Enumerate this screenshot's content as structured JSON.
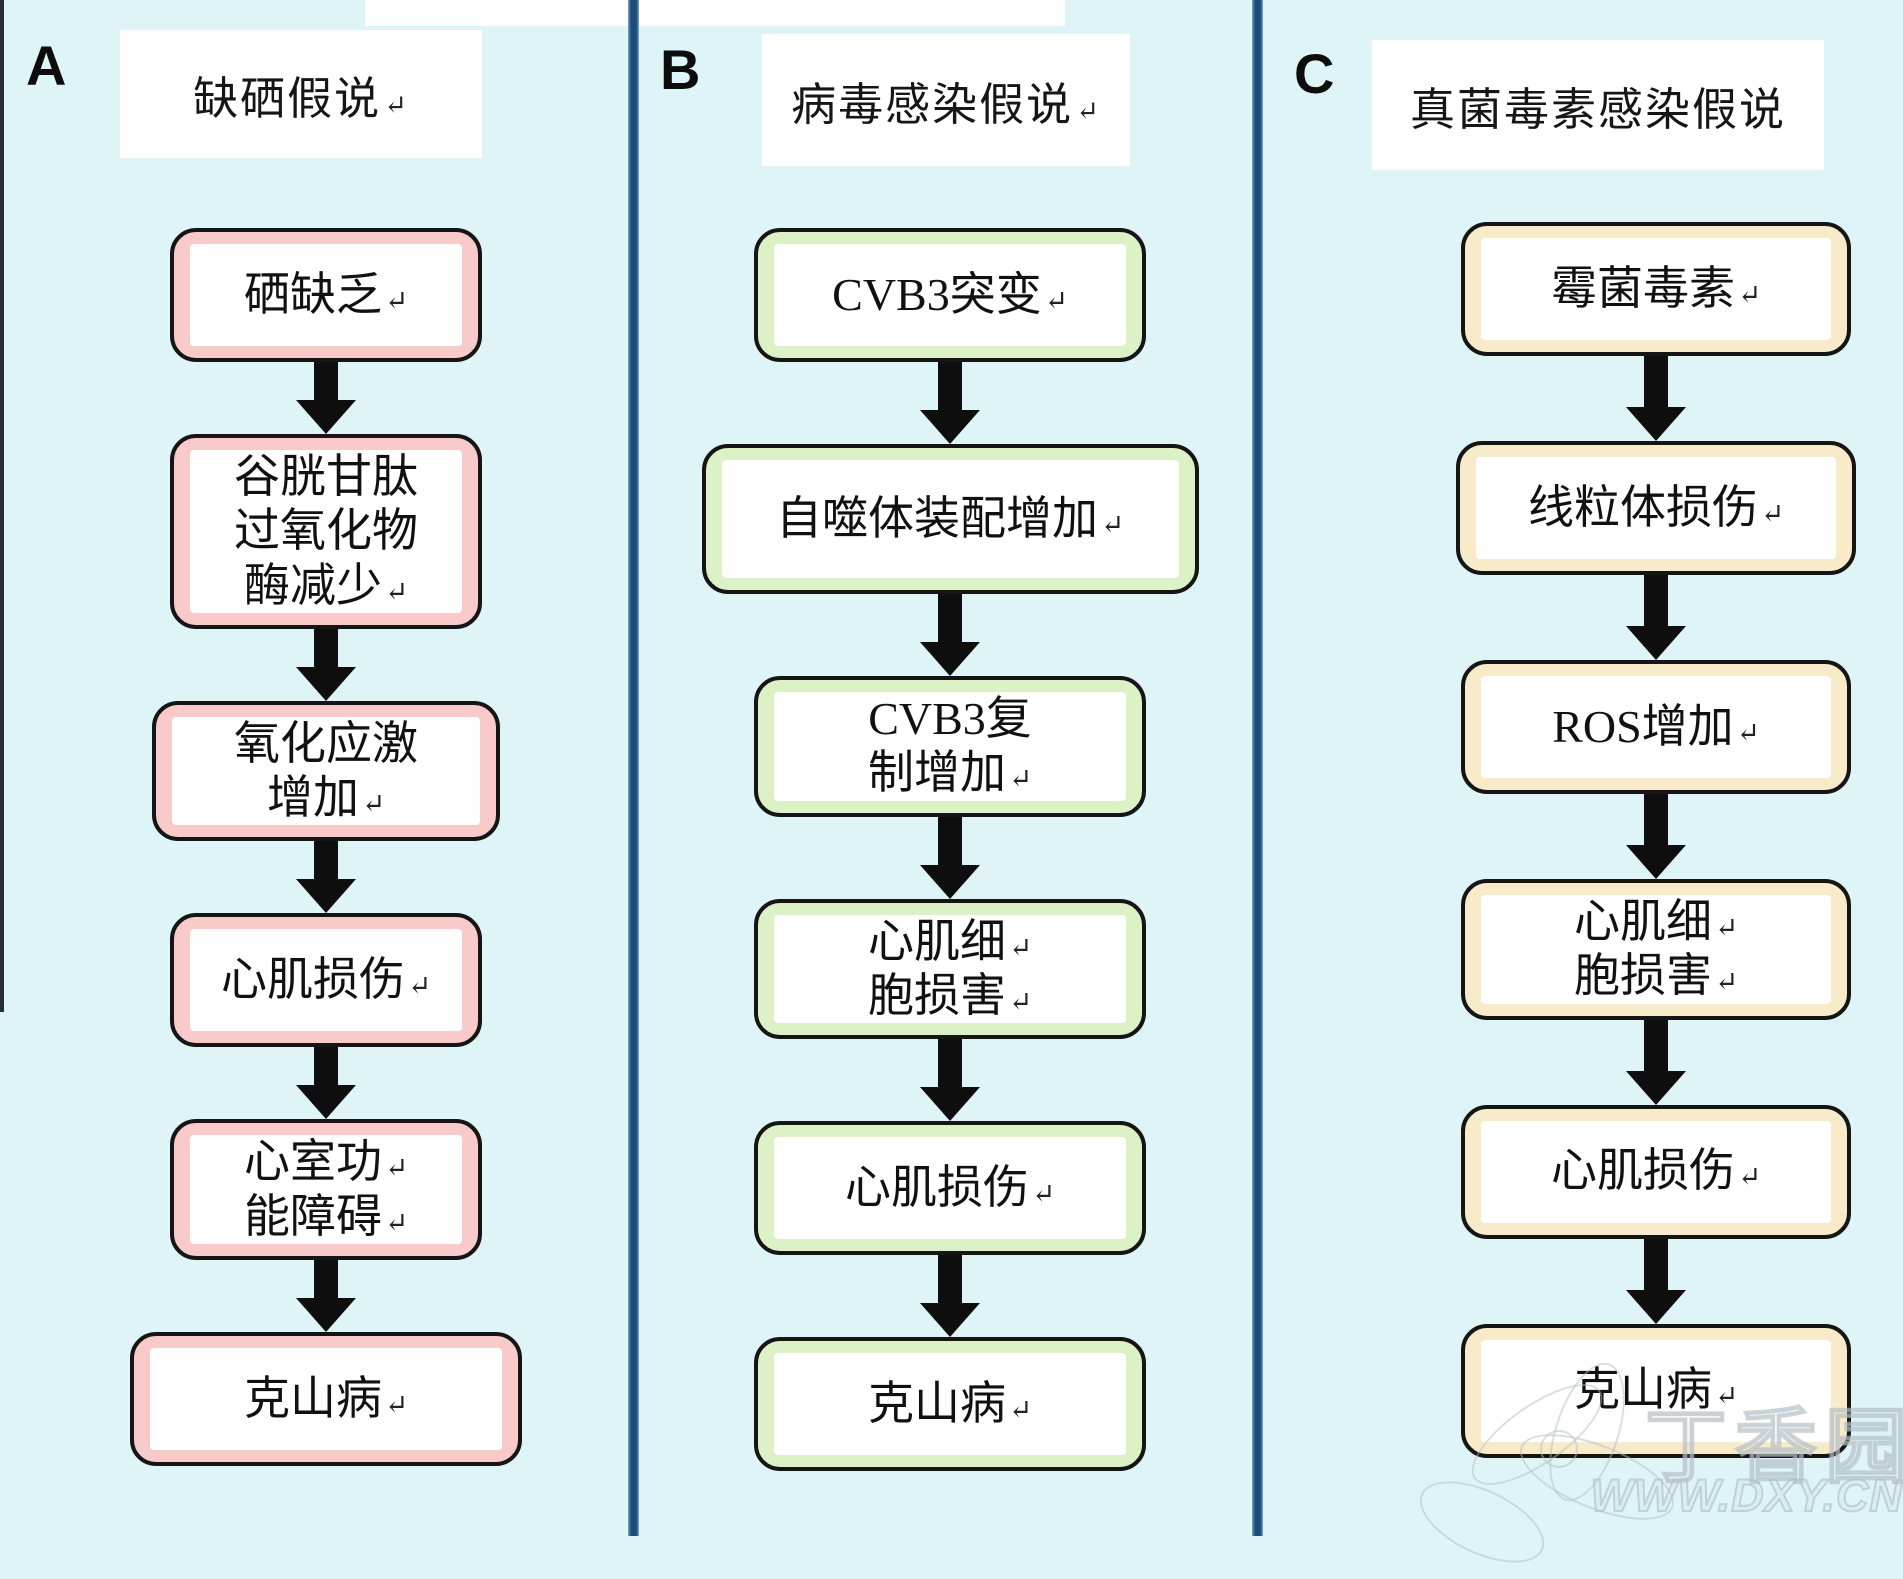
{
  "page": {
    "background": "#def4f7",
    "top_band_color": "#ffffff",
    "divider_color_core": "#1c4c7b",
    "divider_color_edge": "#7ba3c0",
    "box_border_color": "#151515",
    "text_color": "#141414"
  },
  "watermark": {
    "brand": "丁香园",
    "url": "WWW.DXY.CN"
  },
  "columns": [
    {
      "label": "A",
      "title": "缺硒假说↵",
      "accent": "#f8cbca",
      "steps": [
        {
          "lines": [
            "硒缺乏↵"
          ]
        },
        {
          "lines": [
            "谷胱甘肽",
            "过氧化物",
            "酶减少↵"
          ]
        },
        {
          "lines": [
            "氧化应激",
            "增加↵"
          ]
        },
        {
          "lines": [
            "心肌损伤↵"
          ]
        },
        {
          "lines": [
            "心室功↵",
            "能障碍↵"
          ]
        },
        {
          "lines": [
            "克山病↵"
          ]
        }
      ]
    },
    {
      "label": "B",
      "title": "病毒感染假说↵",
      "accent": "#dcf1c6",
      "steps": [
        {
          "lines": [
            "CVB3突变↵"
          ]
        },
        {
          "lines": [
            "自噬体装配增加↵"
          ]
        },
        {
          "lines": [
            "CVB3复",
            "制增加↵"
          ]
        },
        {
          "lines": [
            "心肌细↵",
            "胞损害↵"
          ]
        },
        {
          "lines": [
            "心肌损伤↵"
          ]
        },
        {
          "lines": [
            "克山病↵"
          ]
        }
      ]
    },
    {
      "label": "C",
      "title": "真菌毒素感染假说",
      "accent": "#f8ebc9",
      "steps": [
        {
          "lines": [
            "霉菌毒素↵"
          ]
        },
        {
          "lines": [
            "线粒体损伤↵"
          ]
        },
        {
          "lines": [
            "ROS增加↵"
          ]
        },
        {
          "lines": [
            "心肌细↵",
            "胞损害↵"
          ]
        },
        {
          "lines": [
            "心肌损伤↵"
          ]
        },
        {
          "lines": [
            "克山病↵"
          ]
        }
      ]
    }
  ]
}
